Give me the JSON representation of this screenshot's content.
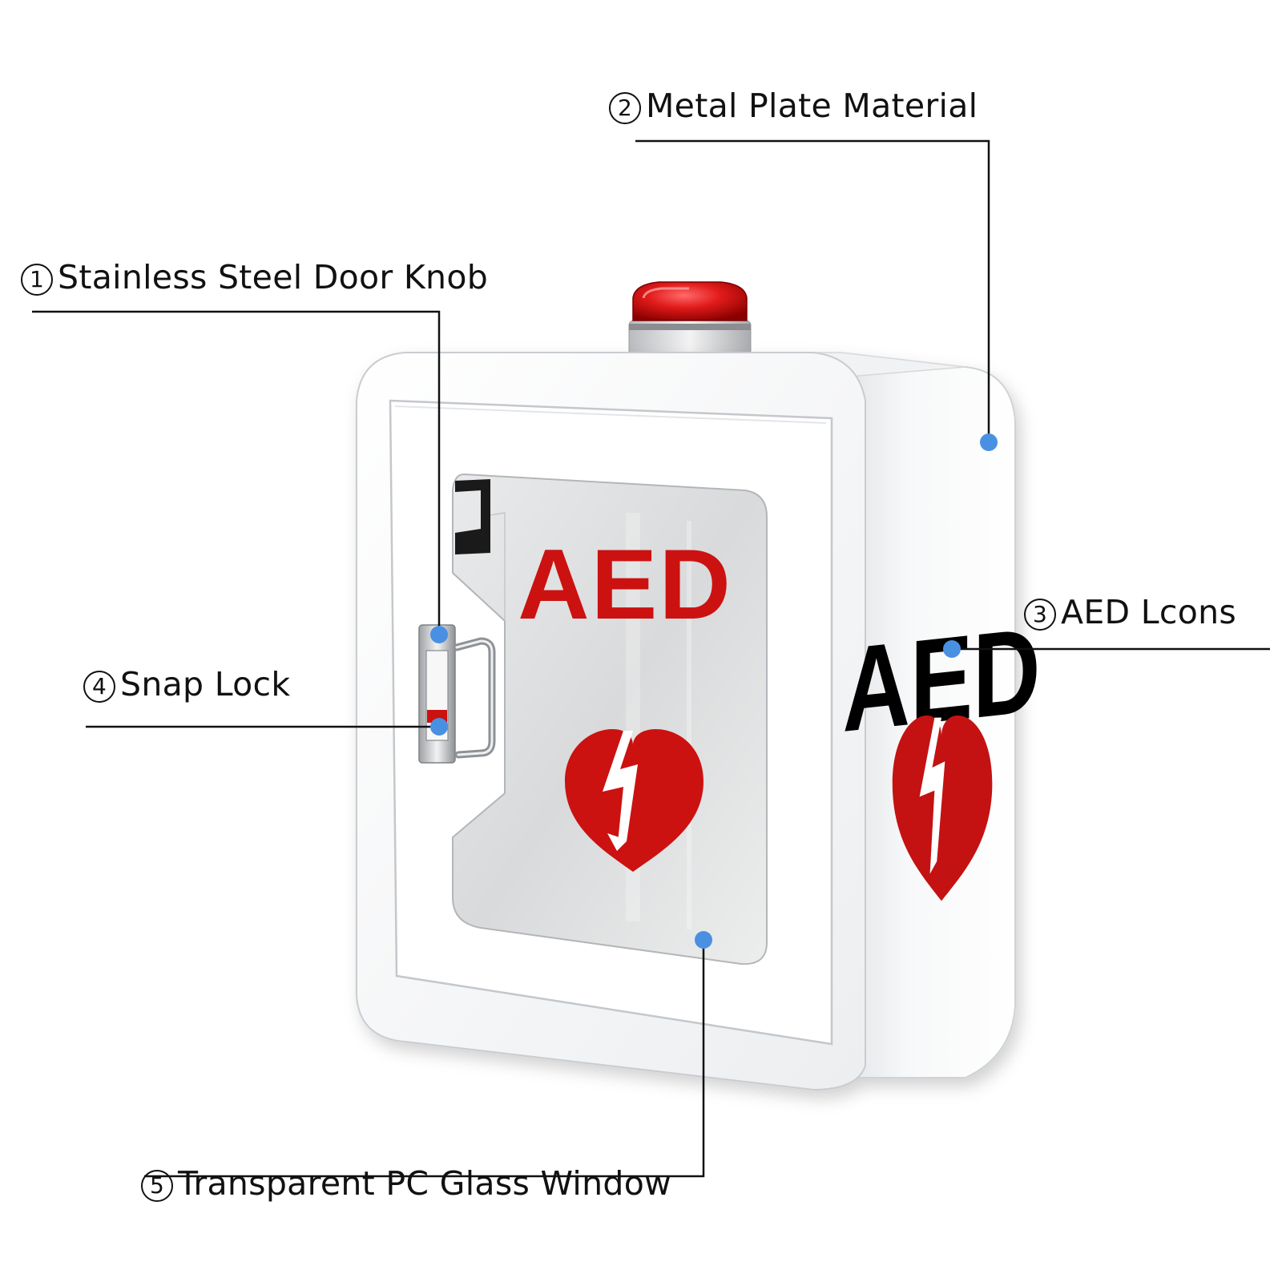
{
  "title": "",
  "cabinet": {
    "front_text": "AED",
    "side_text": "AED",
    "brand_red": "#cc1111",
    "marker_blue": "#4a90e2",
    "icons": [
      "strobe-light-icon",
      "aed-heart-bolt-icon"
    ]
  },
  "callouts": [
    {
      "number": "1",
      "text": "Stainless Steel Door Knob"
    },
    {
      "number": "2",
      "text": "Metal Plate Material"
    },
    {
      "number": "3",
      "text": "AED Lcons"
    },
    {
      "number": "4",
      "text": "Snap Lock"
    },
    {
      "number": "5",
      "text": "Transparent PC Glass Window"
    }
  ]
}
